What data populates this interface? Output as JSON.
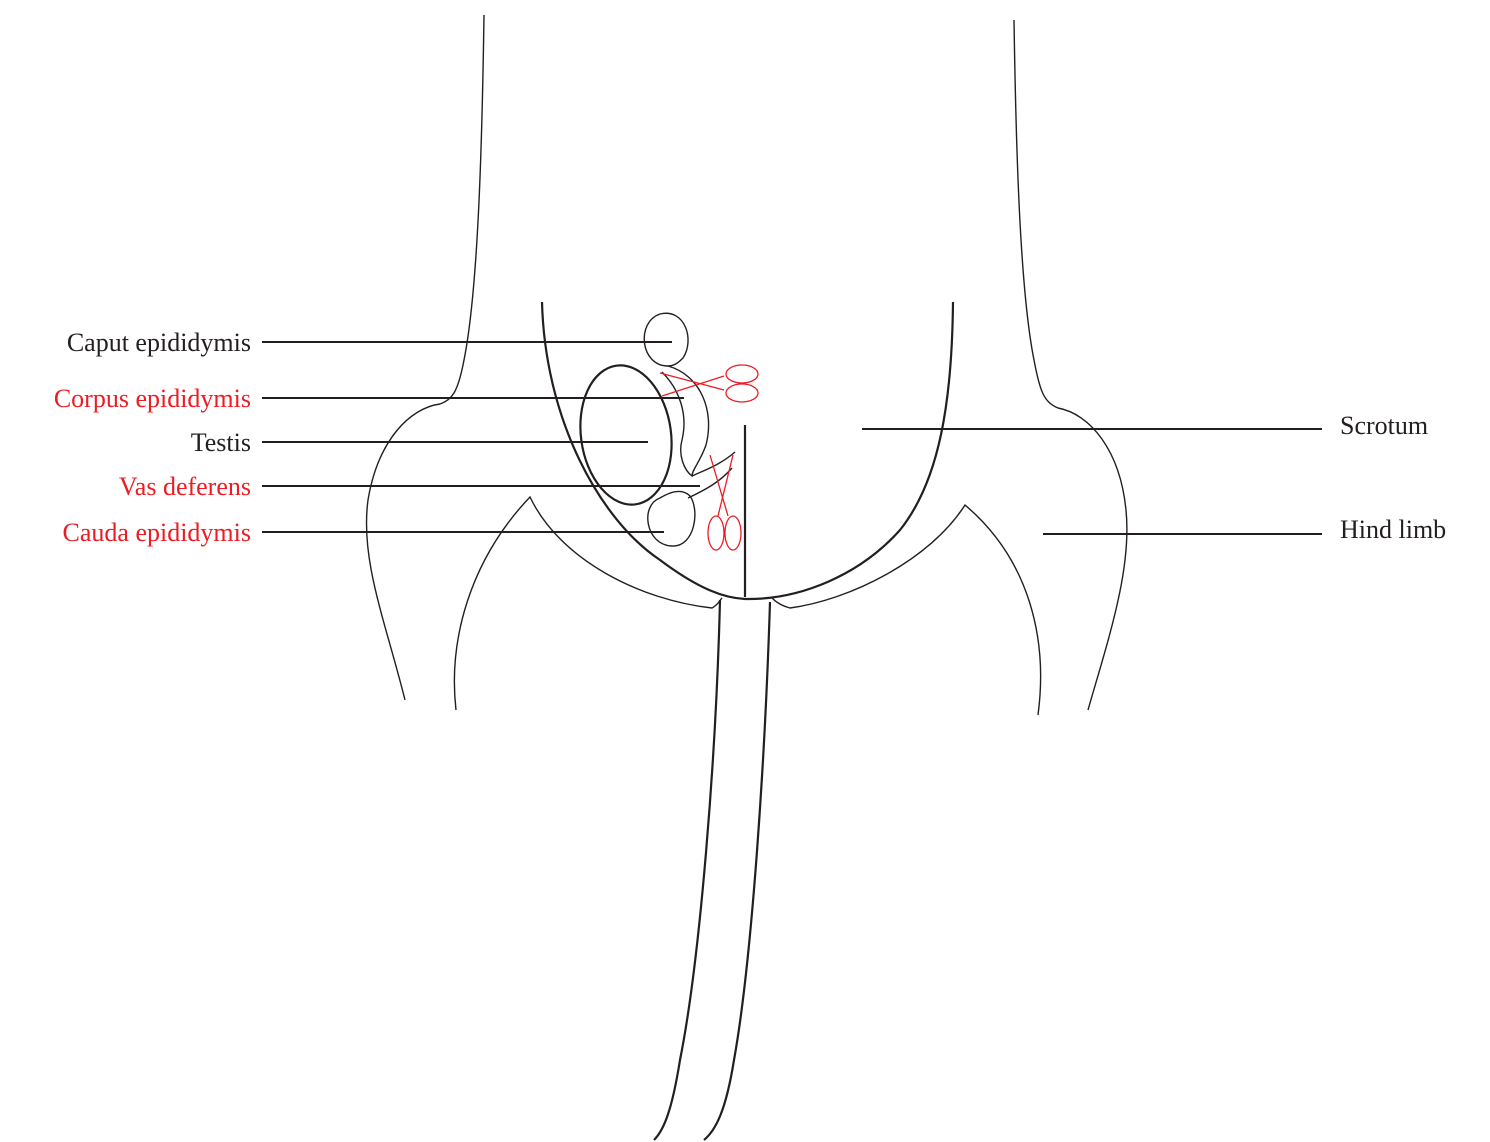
{
  "labels_left": [
    {
      "id": "caput",
      "text": "Caput epididymis",
      "highlight": false
    },
    {
      "id": "corpus",
      "text": "Corpus epididymis",
      "highlight": true
    },
    {
      "id": "testis",
      "text": "Testis",
      "highlight": false
    },
    {
      "id": "vas",
      "text": "Vas deferens",
      "highlight": true
    },
    {
      "id": "cauda",
      "text": "Cauda epididymis",
      "highlight": true
    }
  ],
  "labels_right": [
    {
      "id": "scrotum",
      "text": "Scrotum"
    },
    {
      "id": "hindlimb",
      "text": "Hind limb"
    }
  ],
  "colors": {
    "line": "#231f20",
    "highlight": "#ed1c24"
  },
  "icons": [
    "scissors-icon"
  ]
}
